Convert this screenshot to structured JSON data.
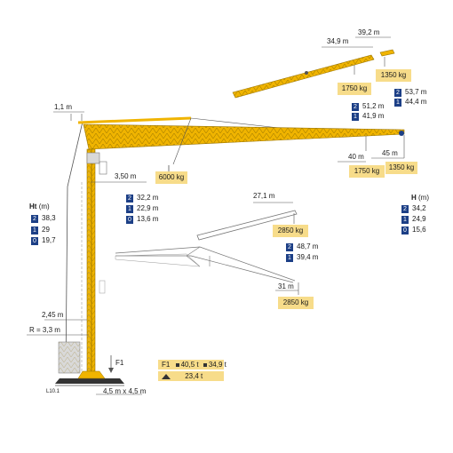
{
  "boom_top": {
    "dim_349": "34,9 m",
    "dim_392": "39,2 m",
    "load_1350": "1350 kg",
    "load_1750": "1750 kg",
    "h_rows": [
      {
        "badge": "2",
        "value": "53,7 m"
      },
      {
        "badge": "1",
        "value": "44,4 m"
      }
    ],
    "mid_rows": [
      {
        "badge": "2",
        "value": "51,2 m"
      },
      {
        "badge": "1",
        "value": "41,9 m"
      }
    ]
  },
  "main_boom": {
    "dim_11": "1,1 m",
    "dim_350": "3,50 m",
    "load_6000": "6000 kg",
    "dim_40": "40 m",
    "dim_45": "45 m",
    "load_1750": "1750 kg",
    "load_1350": "1350 kg"
  },
  "ht": {
    "title": "Ht",
    "unit": "(m)",
    "rows": [
      {
        "badge": "2",
        "value": "38,3"
      },
      {
        "badge": "1",
        "value": "29"
      },
      {
        "badge": "0",
        "value": "19,7"
      }
    ]
  },
  "hook_height": {
    "rows": [
      {
        "badge": "2",
        "value": "32,2 m"
      },
      {
        "badge": "1",
        "value": "22,9 m"
      },
      {
        "badge": "0",
        "value": "13,6 m"
      }
    ]
  },
  "h_right": {
    "title": "H",
    "unit": "(m)",
    "rows": [
      {
        "badge": "2",
        "value": "34,2"
      },
      {
        "badge": "1",
        "value": "24,9"
      },
      {
        "badge": "0",
        "value": "15,6"
      }
    ]
  },
  "luffed_boom": {
    "dim_271": "27,1 m",
    "load_2850": "2850 kg",
    "rows": [
      {
        "badge": "2",
        "value": "48,7 m"
      },
      {
        "badge": "1",
        "value": "39,4 m"
      }
    ]
  },
  "lower_boom": {
    "dim_31": "31 m",
    "load_2850": "2850 kg"
  },
  "base": {
    "dim_245": "2,45 m",
    "radius": "R = 3,3 m",
    "footprint": "4,5 m x 4,5 m",
    "label_l": "L10.1",
    "f1": "F1"
  },
  "forces": {
    "f1": "F1",
    "v1": "40,5 t",
    "v2": "34,9 t",
    "v3": "23,4 t"
  },
  "colors": {
    "yellow": "#f0b400",
    "box": "#f7dc8a",
    "badge": "#1c3f86",
    "line": "#555555"
  }
}
